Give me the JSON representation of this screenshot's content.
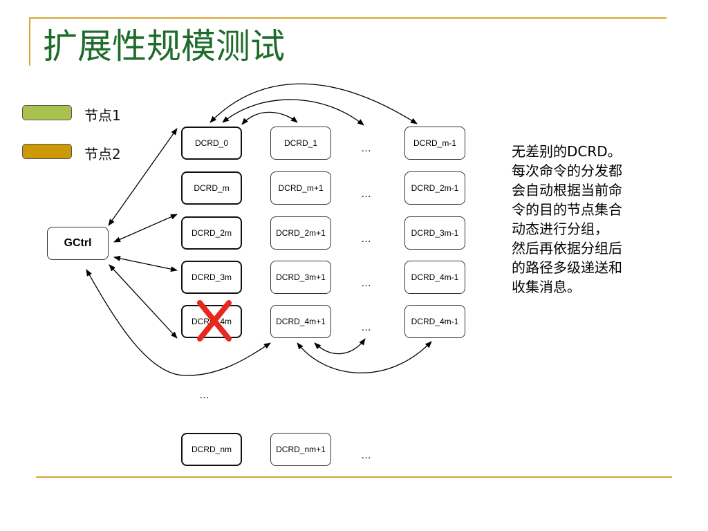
{
  "slide": {
    "title": "扩展性规模测试"
  },
  "legend": {
    "items": [
      {
        "label": "节点1",
        "color": "#A9C24F"
      },
      {
        "label": "节点2",
        "color": "#CC9A06"
      }
    ]
  },
  "controller": {
    "label": "GCtrl"
  },
  "grid": {
    "rows": [
      [
        "DCRD_0",
        "DCRD_1",
        "DCRD_m-1"
      ],
      [
        "DCRD_m",
        "DCRD_m+1",
        "DCRD_2m-1"
      ],
      [
        "DCRD_2m",
        "DCRD_2m+1",
        "DCRD_3m-1"
      ],
      [
        "DCRD_3m",
        "DCRD_3m+1",
        "DCRD_4m-1"
      ],
      [
        "DCRD_4m",
        "DCRD_4m+1",
        "DCRD_4m-1"
      ]
    ],
    "last_row": [
      "DCRD_nm",
      "DCRD_nm+1"
    ],
    "ellipsis": "…",
    "failed_node": "DCRD_4m"
  },
  "description": {
    "lines": [
      "无差别的DCRD。",
      "每次命令的分发都",
      "会自动根据当前命",
      "令的目的节点集合",
      "动态进行分组，",
      "然后再依据分组后",
      "的路径多级递送和",
      "收集消息。"
    ]
  },
  "colors": {
    "title": "#1E6B2A",
    "rule": "#D9A62E",
    "fail_mark": "#E8281E"
  }
}
